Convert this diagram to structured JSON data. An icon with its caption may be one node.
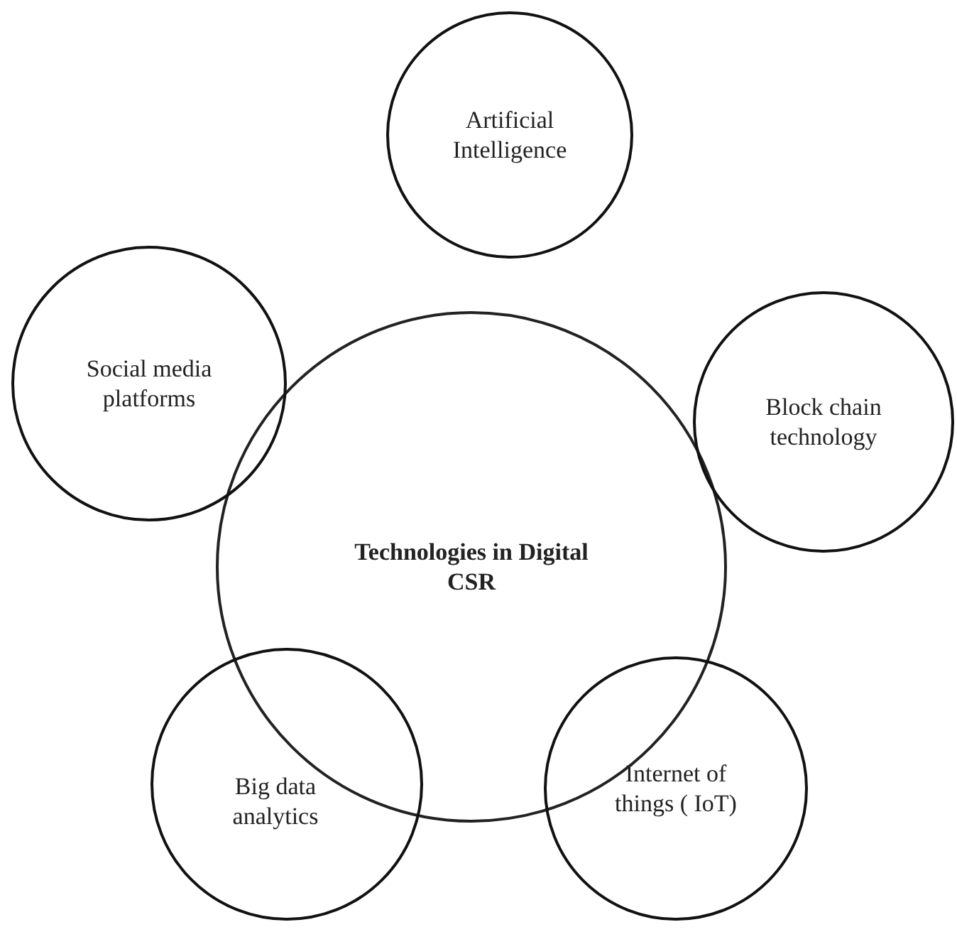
{
  "diagram": {
    "nodes": [
      {
        "text": [
          "Technologies in Digital CSR"
        ]
      },
      {
        "text": [
          "Artificial Intelligence"
        ]
      },
      {
        "text": [
          "Social media platforms"
        ]
      },
      {
        "text": [
          "Block chain technology"
        ]
      },
      {
        "text": [
          "Big data analytics"
        ]
      },
      {
        "text": [
          "Internet of things ( IoT)"
        ]
      }
    ]
  }
}
